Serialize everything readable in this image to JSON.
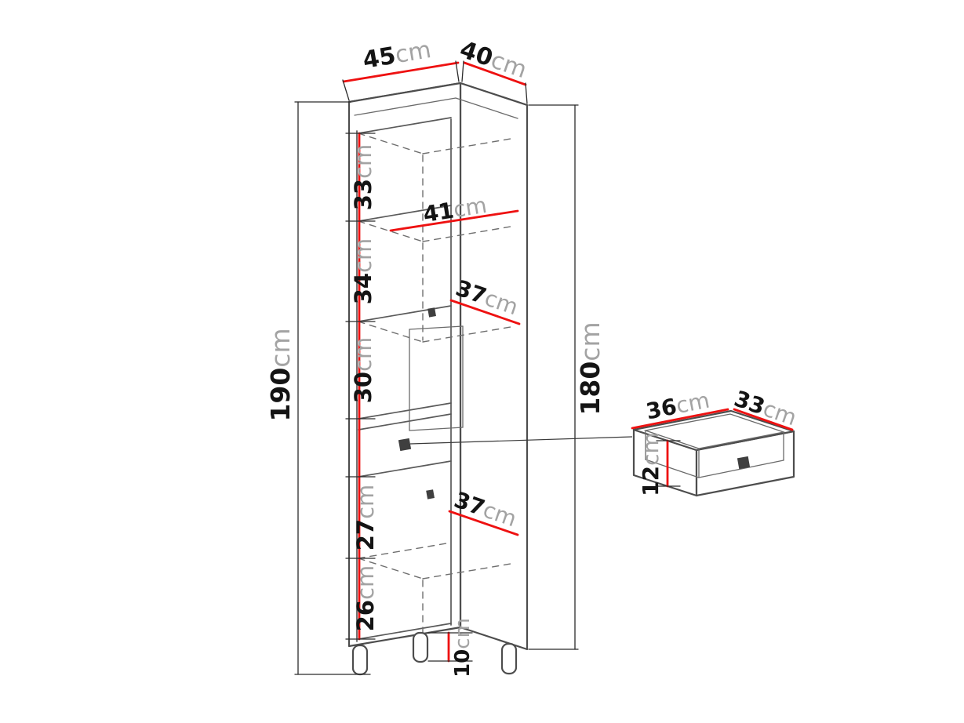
{
  "diagram": {
    "type": "furniture-dimension-drawing",
    "unit": "cm",
    "outer": {
      "width": {
        "value": "45",
        "unit": "cm"
      },
      "depth": {
        "value": "40",
        "unit": "cm"
      },
      "height_total": {
        "value": "190",
        "unit": "cm"
      },
      "height_body": {
        "value": "180",
        "unit": "cm"
      },
      "leg_height": {
        "value": "10",
        "unit": "cm"
      }
    },
    "inner": {
      "section_heights": [
        {
          "value": "33",
          "unit": "cm"
        },
        {
          "value": "34",
          "unit": "cm"
        },
        {
          "value": "30",
          "unit": "cm"
        },
        {
          "value": "27",
          "unit": "cm"
        },
        {
          "value": "26",
          "unit": "cm"
        }
      ],
      "shelf_width": {
        "value": "41",
        "unit": "cm"
      },
      "shelf_depth_upper": {
        "value": "37",
        "unit": "cm"
      },
      "shelf_depth_lower": {
        "value": "37",
        "unit": "cm"
      }
    },
    "drawer": {
      "width": {
        "value": "36",
        "unit": "cm"
      },
      "depth": {
        "value": "33",
        "unit": "cm"
      },
      "height": {
        "value": "12",
        "unit": "cm"
      }
    },
    "colors": {
      "dimension": "#ee1111",
      "outline": "#4d4d4d",
      "value_text": "#141414",
      "unit_text": "#a3a3a3",
      "background": "#ffffff"
    }
  }
}
